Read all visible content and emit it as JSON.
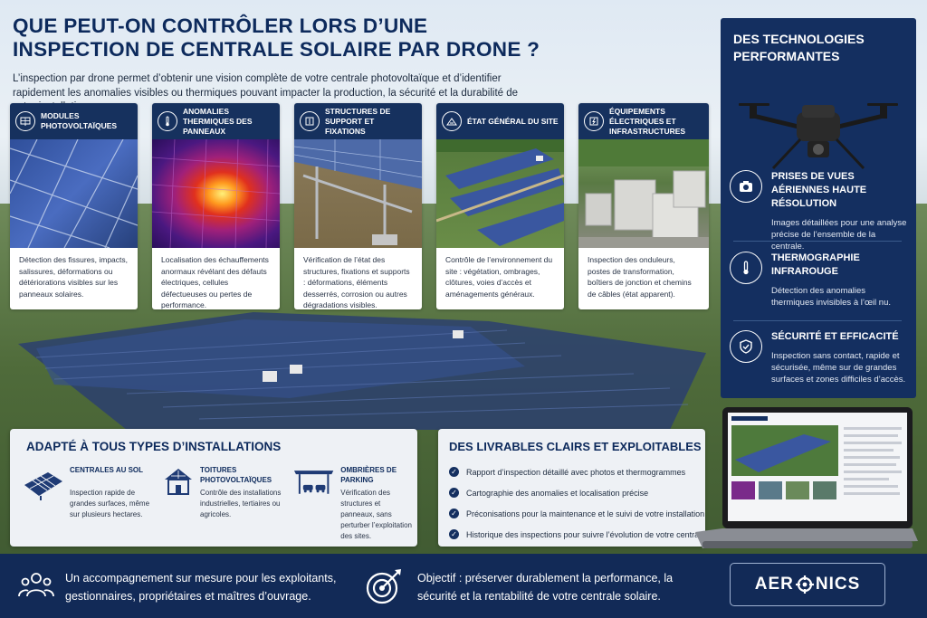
{
  "header": {
    "title_line1": "QUE PEUT-ON CONTRÔLER LORS D’UNE",
    "title_line2": "INSPECTION DE CENTRALE SOLAIRE PAR DRONE ?",
    "intro": "L’inspection par drone permet d’obtenir une vision complète de votre centrale photovoltaïque et d’identifier rapidement les anomalies visibles ou thermiques pouvant impacter la production, la sécurité et la durabilité de votre installation."
  },
  "cards": [
    {
      "title": "MODULES PHOTOVOLTAÏQUES",
      "icon": "solar-panel-icon",
      "text": "Détection des fissures, impacts, salissures, déformations ou détériorations visibles sur les panneaux solaires."
    },
    {
      "title": "ANOMALIES THERMIQUES DES PANNEAUX",
      "icon": "thermometer-icon",
      "text": "Localisation des échauffements anormaux révélant des défauts électriques, cellules défectueuses ou pertes de performance."
    },
    {
      "title": "STRUCTURES DE SUPPORT ET FIXATIONS",
      "icon": "structure-icon",
      "text": "Vérification de l’état des structures, fixations et supports : déformations, éléments desserrés, corrosion ou autres dégradations visibles."
    },
    {
      "title": "ÉTAT GÉNÉRAL DU SITE",
      "icon": "site-icon",
      "text": "Contrôle de l’environnement du site : végétation, ombrages, clôtures, voies d’accès et aménagements généraux."
    },
    {
      "title": "ÉQUIPEMENTS ÉLECTRIQUES ET INFRASTRUCTURES",
      "icon": "electrical-icon",
      "text": "Inspection des onduleurs, postes de transformation, boîtiers de jonction et chemins de câbles (état apparent)."
    }
  ],
  "side": {
    "title": "DES TECHNOLOGIES PERFORMANTES",
    "features": [
      {
        "title": "PRISES DE VUES AÉRIENNES HAUTE RÉSOLUTION",
        "icon": "camera-icon",
        "text": "Images détaillées pour une analyse précise de l’ensemble de la centrale."
      },
      {
        "title": "THERMOGRAPHIE INFRAROUGE",
        "icon": "thermometer-icon",
        "text": "Détection des anomalies thermiques invisibles à l’œil nu."
      },
      {
        "title": "SÉCURITÉ ET EFFICACITÉ",
        "icon": "shield-icon",
        "text": "Inspection sans contact, rapide et sécurisée, même sur de grandes surfaces et zones difficiles d’accès."
      }
    ]
  },
  "installations": {
    "title": "ADAPTÉ À TOUS TYPES D’INSTALLATIONS",
    "items": [
      {
        "title": "CENTRALES AU SOL",
        "icon": "ground-solar-icon",
        "text": "Inspection rapide de grandes surfaces, même sur plusieurs hectares."
      },
      {
        "title": "TOITURES PHOTOVOLTAÏQUES",
        "icon": "rooftop-icon",
        "text": "Contrôle des installations industrielles, tertiaires ou agricoles."
      },
      {
        "title": "OMBRIÈRES DE PARKING",
        "icon": "carport-icon",
        "text": "Vérification des structures et panneaux, sans perturber l’exploitation des sites."
      }
    ]
  },
  "deliverables": {
    "title": "DES LIVRABLES CLAIRS ET EXPLOITABLES",
    "items": [
      "Rapport d’inspection détaillé avec photos et thermogrammes",
      "Cartographie des anomalies et localisation précise",
      "Préconisations pour la maintenance et le suivi de votre installation",
      "Historique des inspections pour suivre l’évolution de votre centrale"
    ]
  },
  "footer": {
    "left": "Un accompagnement sur mesure pour les exploitants, gestionnaires, propriétaires et maîtres d’ouvrage.",
    "right": "Objectif : préserver durablement la performance, la sécurité et la rentabilité de votre centrale solaire.",
    "logo_left": "AER",
    "logo_right": "NICS"
  },
  "colors": {
    "navy": "#142f60",
    "dark_navy": "#0d2a5c",
    "panel_blue": "#2a4f9a"
  }
}
